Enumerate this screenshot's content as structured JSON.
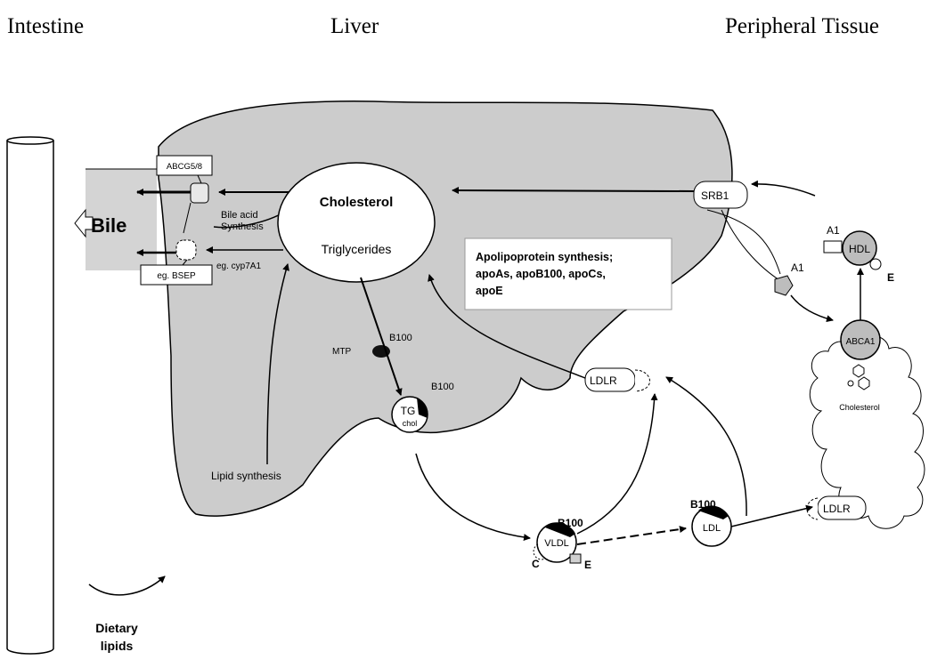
{
  "headers": {
    "intestine": "Intestine",
    "liver": "Liver",
    "peripheral": "Peripheral Tissue"
  },
  "labels": {
    "bile": "Bile",
    "abcg": "ABCG5/8",
    "bsep": "eg. BSEP",
    "bile_acid_1": "Bile acid",
    "bile_acid_2": "Synthesis",
    "cyp": "eg. cyp7A1",
    "cholesterol": "Cholesterol",
    "triglycerides": "Triglycerides",
    "apo_1": "Apolipoprotein synthesis;",
    "apo_2": "apoAs, apoB100, apoCs,",
    "apo_3": "apoE",
    "mtp": "MTP",
    "b100_free": "B100",
    "b100_tg": "B100",
    "tg": "TG",
    "chol": "chol",
    "lipid_synthesis": "Lipid synthesis",
    "ldlr_liver": "LDLR",
    "srb1": "SRB1",
    "a1_free": "A1",
    "a1_hdl": "A1",
    "hdl": "HDL",
    "e_hdl": "E",
    "abca1": "ABCA1",
    "cholesterol_cell": "Cholesterol",
    "b100_vldl": "B100",
    "vldl": "VLDL",
    "c": "C",
    "e_vldl": "E",
    "b100_ldl": "B100",
    "ldl": "LDL",
    "ldlr_cell": "LDLR",
    "dietary_1": "Dietary",
    "dietary_2": "lipids"
  },
  "colors": {
    "liver_fill": "#cccccc",
    "bile_fill": "#d4d4d4",
    "particle_fill": "#bdbdbd",
    "stroke": "#000000"
  }
}
